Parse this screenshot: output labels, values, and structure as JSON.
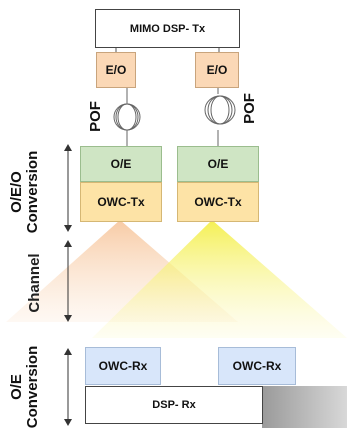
{
  "diagram": {
    "tx_dsp": "MIMO DSP- Tx",
    "eo_left": "E/O",
    "eo_right": "E/O",
    "pof_left": "POF",
    "pof_right": "POF",
    "oe_left": "O/E",
    "oe_right": "O/E",
    "owc_tx_left": "OWC-Tx",
    "owc_tx_right": "OWC-Tx",
    "owc_rx_left": "OWC-Rx",
    "owc_rx_right": "OWC-Rx",
    "rx_dsp": "DSP- Rx"
  },
  "side_labels": {
    "oeo_line1": "O/E/O",
    "oeo_line2": "Conversion",
    "channel": "Channel",
    "oe_line1": "O/E",
    "oe_line2": "Conversion"
  },
  "colors": {
    "eo": "#fbd8b6",
    "oe": "#cfe5c4",
    "owc_tx": "#fde3a6",
    "owc_rx": "#d8e6fa",
    "beam_left": "#f7c8a0",
    "beam_right": "#f5f06a"
  }
}
